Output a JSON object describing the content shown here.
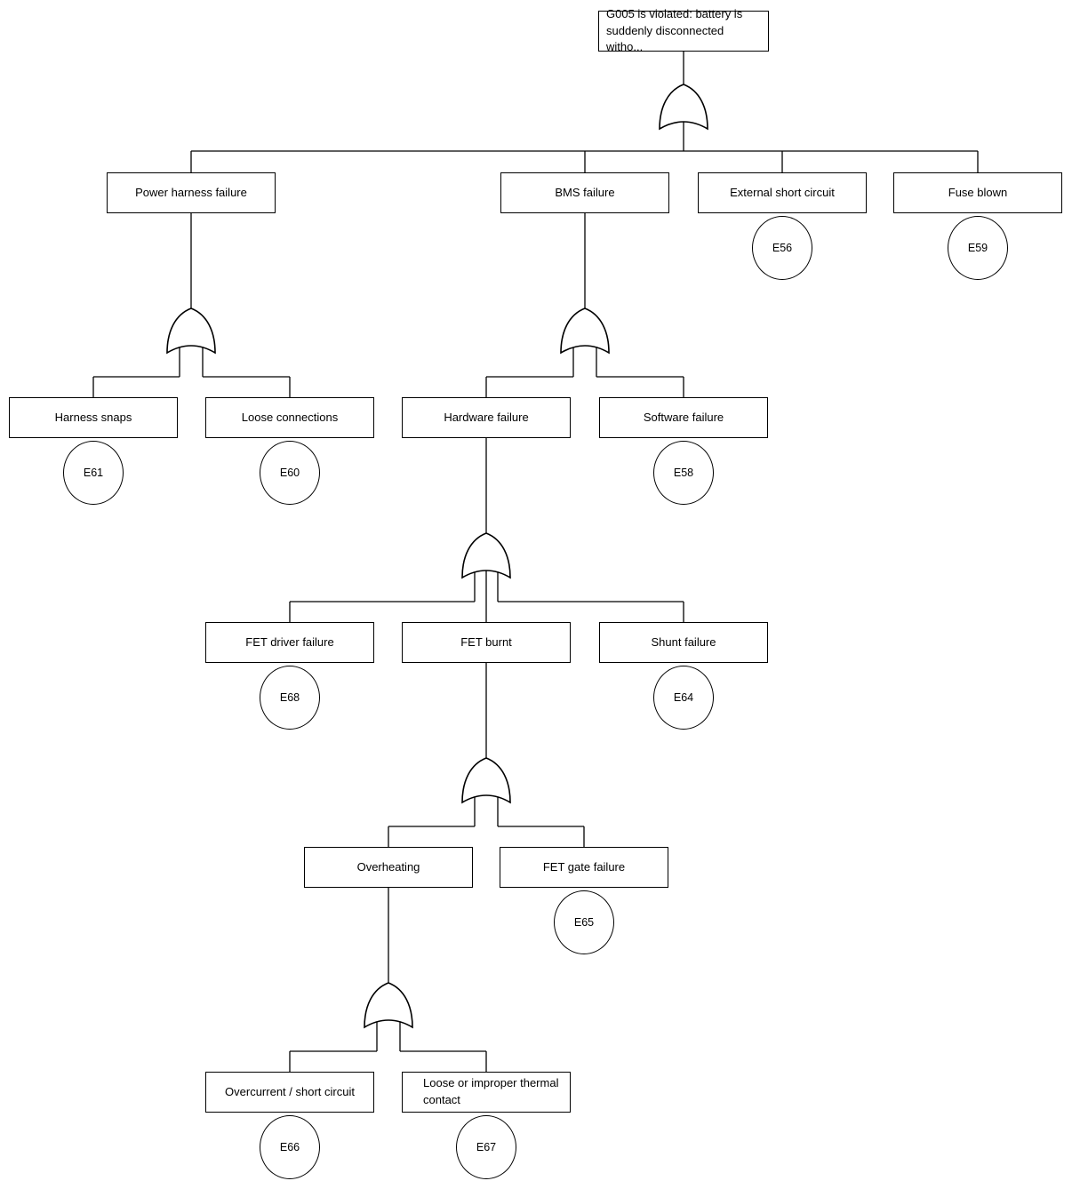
{
  "diagram": {
    "type": "fault-tree",
    "gate_type": "OR",
    "colors": {
      "stroke": "#000000",
      "background": "#ffffff",
      "text": "#000000"
    },
    "nodes": {
      "top_event": {
        "label": "G005 is violated: battery is suddenly disconnected witho..."
      },
      "power_harness": {
        "label": "Power harness failure"
      },
      "bms": {
        "label": "BMS failure"
      },
      "external_short": {
        "label": "External short circuit",
        "event": "E56"
      },
      "fuse_blown": {
        "label": "Fuse blown",
        "event": "E59"
      },
      "harness_snaps": {
        "label": "Harness snaps",
        "event": "E61"
      },
      "loose_connections": {
        "label": "Loose connections",
        "event": "E60"
      },
      "hardware_failure": {
        "label": "Hardware failure"
      },
      "software_failure": {
        "label": "Software failure",
        "event": "E58"
      },
      "fet_driver_failure": {
        "label": "FET driver failure",
        "event": "E68"
      },
      "fet_burnt": {
        "label": "FET burnt"
      },
      "shunt_failure": {
        "label": "Shunt failure",
        "event": "E64"
      },
      "overheating": {
        "label": "Overheating"
      },
      "fet_gate_failure": {
        "label": "FET gate failure",
        "event": "E65"
      },
      "overcurrent_short": {
        "label": "Overcurrent / short circuit",
        "event": "E66"
      },
      "loose_thermal": {
        "label": "Loose or improper thermal contact",
        "event": "E67"
      }
    }
  }
}
